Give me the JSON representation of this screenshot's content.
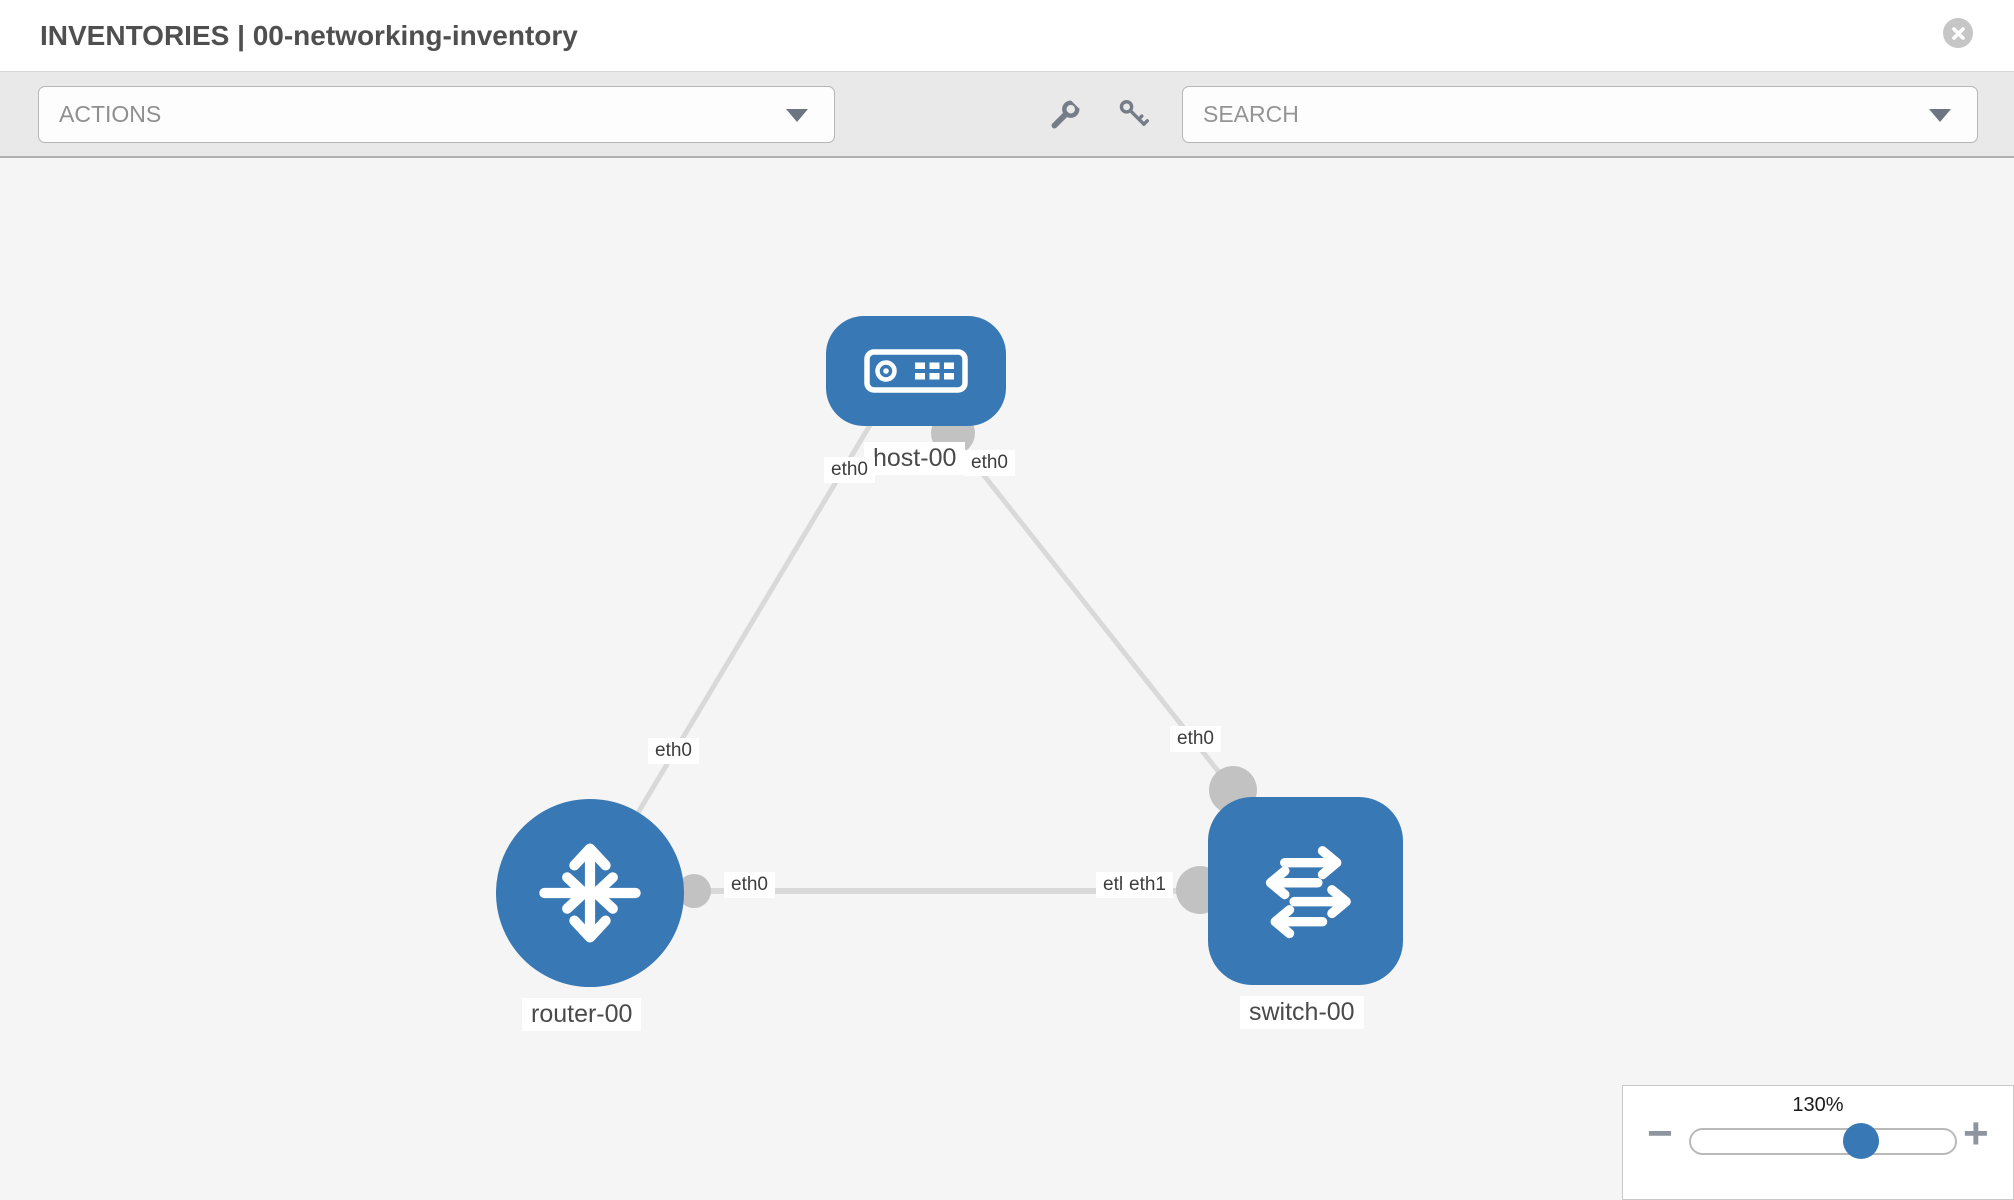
{
  "header": {
    "title": "INVENTORIES | 00-networking-inventory"
  },
  "toolbar": {
    "actions_label": "ACTIONS",
    "search_placeholder": "SEARCH"
  },
  "topology": {
    "labels": {
      "host": "host-00",
      "router": "router-00",
      "switch": "switch-00",
      "host_if_left": "eth0",
      "host_if_right": "eth0",
      "router_host_link_if": "eth0",
      "router_if": "eth0",
      "switch_if_host_link": "eth0",
      "switch_if_occluded": "eth0",
      "switch_if_router_link": "eth1"
    },
    "links": [
      {
        "from": "host-00",
        "to": "router-00"
      },
      {
        "from": "host-00",
        "to": "switch-00"
      },
      {
        "from": "router-00",
        "to": "switch-00"
      }
    ]
  },
  "zoom_control": {
    "level": "130%",
    "minus_glyph": "−",
    "plus_glyph": "+"
  },
  "colors": {
    "node_blue": "#3879b5",
    "link_gray": "#d9d9d9",
    "port_gray": "#c2c2c2",
    "toolbar_bg": "#e9e9e9",
    "canvas_bg": "#f5f5f5"
  }
}
